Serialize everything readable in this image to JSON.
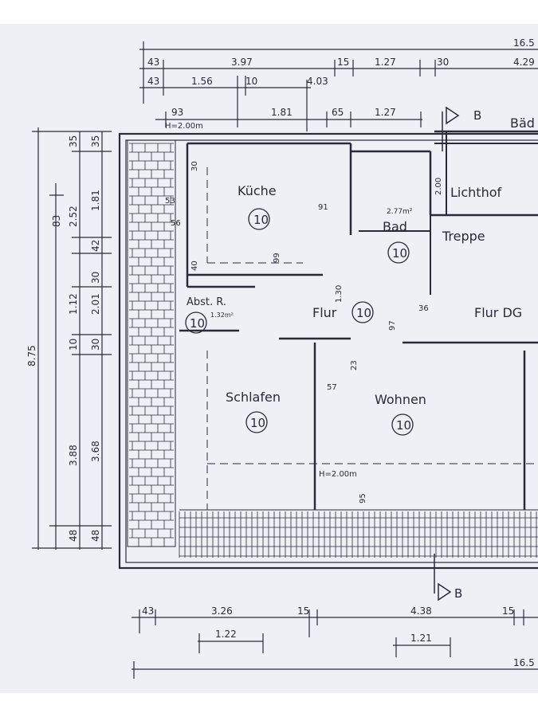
{
  "colors": {
    "paper": "#eef0f6",
    "ink": "#2a2a3a"
  },
  "top_dims": {
    "total": "16.5",
    "row1": [
      "43",
      "3.97",
      "15",
      "1.27",
      "30",
      "4.29"
    ],
    "row2": [
      "43",
      "1.56",
      "10",
      "4.03"
    ],
    "row3": [
      "93",
      "1.81",
      "65",
      "1.27"
    ],
    "headroom": "H=2.00m"
  },
  "section": {
    "label": "B"
  },
  "left_dims": {
    "total": "8.75",
    "outer": [
      "83",
      "2.52",
      "1.12",
      "10",
      "3.88",
      "48"
    ],
    "inner": [
      "35",
      "1.81",
      "42",
      "30",
      "2.01",
      "30",
      "3.68",
      "48"
    ],
    "col_small": [
      "35"
    ]
  },
  "bottom_dims": {
    "row1": [
      "43",
      "3.26",
      "15",
      "4.38",
      "15"
    ],
    "row2": [
      "1.22",
      "1.21"
    ],
    "total": "16.5"
  },
  "rooms": {
    "kueche": {
      "name": "Küche",
      "num": "10"
    },
    "bad": {
      "name": "Bad",
      "num": "10",
      "area": "2.77m²"
    },
    "lichthof": {
      "name": "Lichthof"
    },
    "treppe": {
      "name": "Treppe"
    },
    "flur": {
      "name": "Flur",
      "num": "10"
    },
    "flurdg": {
      "name": "Flur DG"
    },
    "abst": {
      "name": "Abst. R.",
      "num": "10",
      "area": "1.32m²"
    },
    "schlafen": {
      "name": "Schlafen",
      "num": "10"
    },
    "wohnen": {
      "name": "Wohnen",
      "num": "10"
    },
    "baed": {
      "name": "Bäd"
    }
  },
  "inner_dims": {
    "k30": "30",
    "k53": "53",
    "k56": "56",
    "k40": "40",
    "k91": "91",
    "k99": "99",
    "b200": "2.00",
    "f130": "1.30",
    "f97": "97",
    "f36": "36",
    "w23": "23",
    "w57": "57",
    "w95": "95",
    "h200": "H=2.00m"
  }
}
